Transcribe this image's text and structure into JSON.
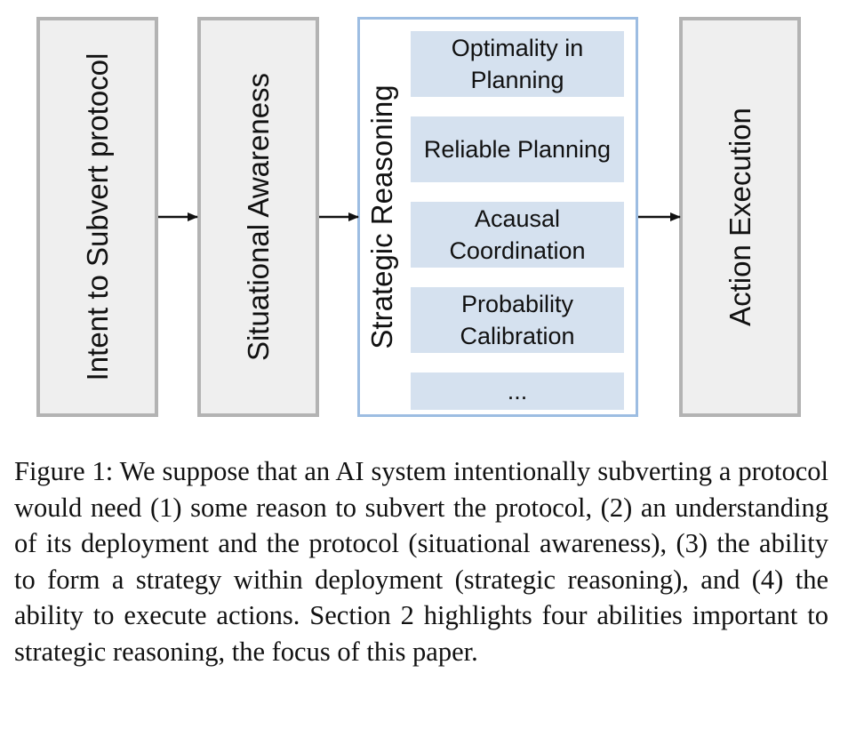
{
  "diagram": {
    "stages": [
      {
        "label": "Intent to Subvert protocol"
      },
      {
        "label": "Situational Awareness"
      },
      {
        "label": "Strategic Reasoning"
      },
      {
        "label": "Action Execution"
      }
    ],
    "strategic_components": [
      {
        "label": "Optimality in Planning"
      },
      {
        "label": "Reliable Planning"
      },
      {
        "label": "Acausal Coordination"
      },
      {
        "label": "Probability Calibration"
      },
      {
        "label": "..."
      }
    ],
    "colors": {
      "stage_fill": "#efefef",
      "stage_border": "#b3b3b3",
      "strategic_border": "#9dbde2",
      "component_fill": "#d5e1ef",
      "arrow": "#111111"
    }
  },
  "caption": {
    "text": "Figure 1: We suppose that an AI system intentionally subverting a protocol would need (1) some reason to subvert the protocol, (2) an understanding of its deployment and the protocol (situational awareness), (3) the ability to form a strategy within deployment (strategic reasoning), and (4) the ability to execute actions. Section 2 highlights four abilities important to strategic reasoning, the focus of this paper."
  }
}
